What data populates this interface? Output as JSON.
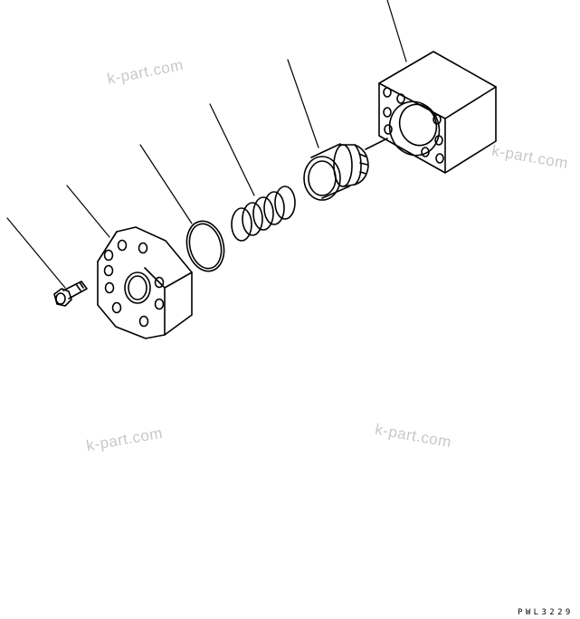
{
  "watermarks": [
    "k-part.com",
    "k-part.com",
    "k-part.com",
    "k-part.com"
  ],
  "drawing_code": "PWL3229",
  "parts": [
    {
      "name": "valve-body",
      "icon": "block-with-bolt-holes"
    },
    {
      "name": "valve-cartridge",
      "icon": "cylinder-cartridge"
    },
    {
      "name": "spring",
      "icon": "coil-spring"
    },
    {
      "name": "o-ring",
      "icon": "o-ring"
    },
    {
      "name": "cover-flange",
      "icon": "octagonal-flange"
    },
    {
      "name": "bolt",
      "icon": "hex-bolt"
    }
  ],
  "colors": {
    "line": "#000000",
    "watermark": "#c8c8c8",
    "background": "#ffffff"
  }
}
